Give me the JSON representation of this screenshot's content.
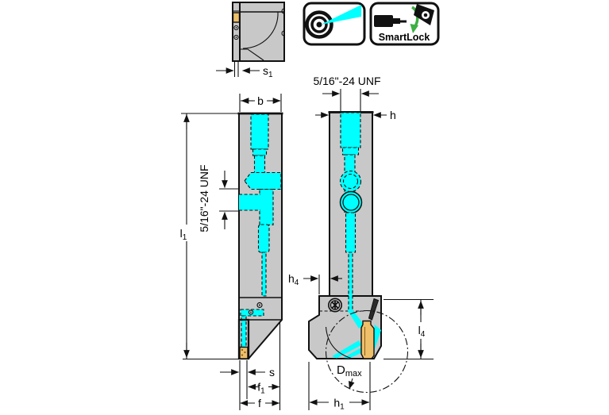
{
  "page": {
    "background": "#ffffff"
  },
  "colors": {
    "coolant": "#00ffff",
    "body_gray": "#c8c8c8",
    "insert_yellow": "#eec06a",
    "smartlock_green": "#3cb043",
    "line": "#111111"
  },
  "icons": {
    "smartlock_icon": {
      "label": "SmartLock"
    }
  },
  "dimensions": {
    "s1": {
      "base": "s",
      "sub": "1"
    },
    "b": {
      "base": "b",
      "sub": ""
    },
    "l1": {
      "base": "l",
      "sub": "1"
    },
    "unf_side": {
      "text": "5/16\"-24 UNF"
    },
    "s": {
      "base": "s",
      "sub": ""
    },
    "f1": {
      "base": "f",
      "sub": "1"
    },
    "f": {
      "base": "f",
      "sub": ""
    },
    "unf_front": {
      "text": "5/16\"-24 UNF"
    },
    "h": {
      "base": "h",
      "sub": ""
    },
    "h4": {
      "base": "h",
      "sub": "4"
    },
    "l4": {
      "base": "l",
      "sub": "4"
    },
    "dmax": {
      "base": "D",
      "sub": "max"
    },
    "h1": {
      "base": "h",
      "sub": "1"
    }
  }
}
